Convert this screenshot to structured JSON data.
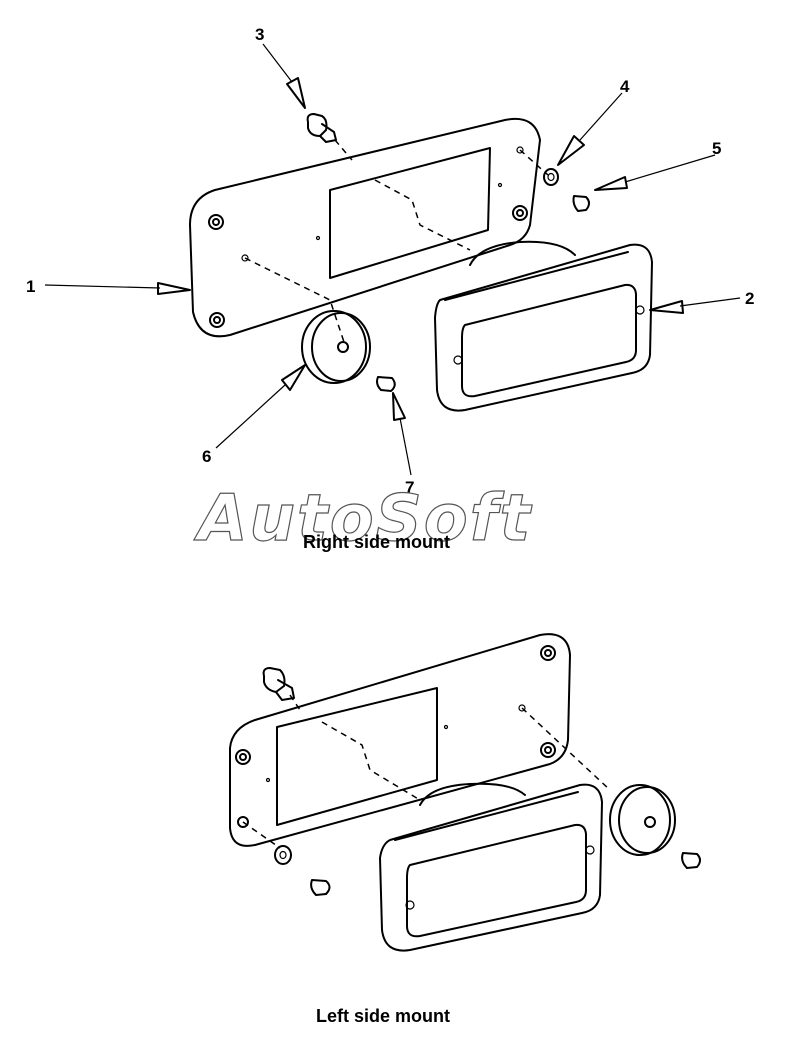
{
  "callouts": [
    "1",
    "2",
    "3",
    "4",
    "5",
    "6",
    "7"
  ],
  "captions": {
    "right": "Right side mount",
    "left": "Left side mount"
  },
  "watermark": "AutoSoft"
}
